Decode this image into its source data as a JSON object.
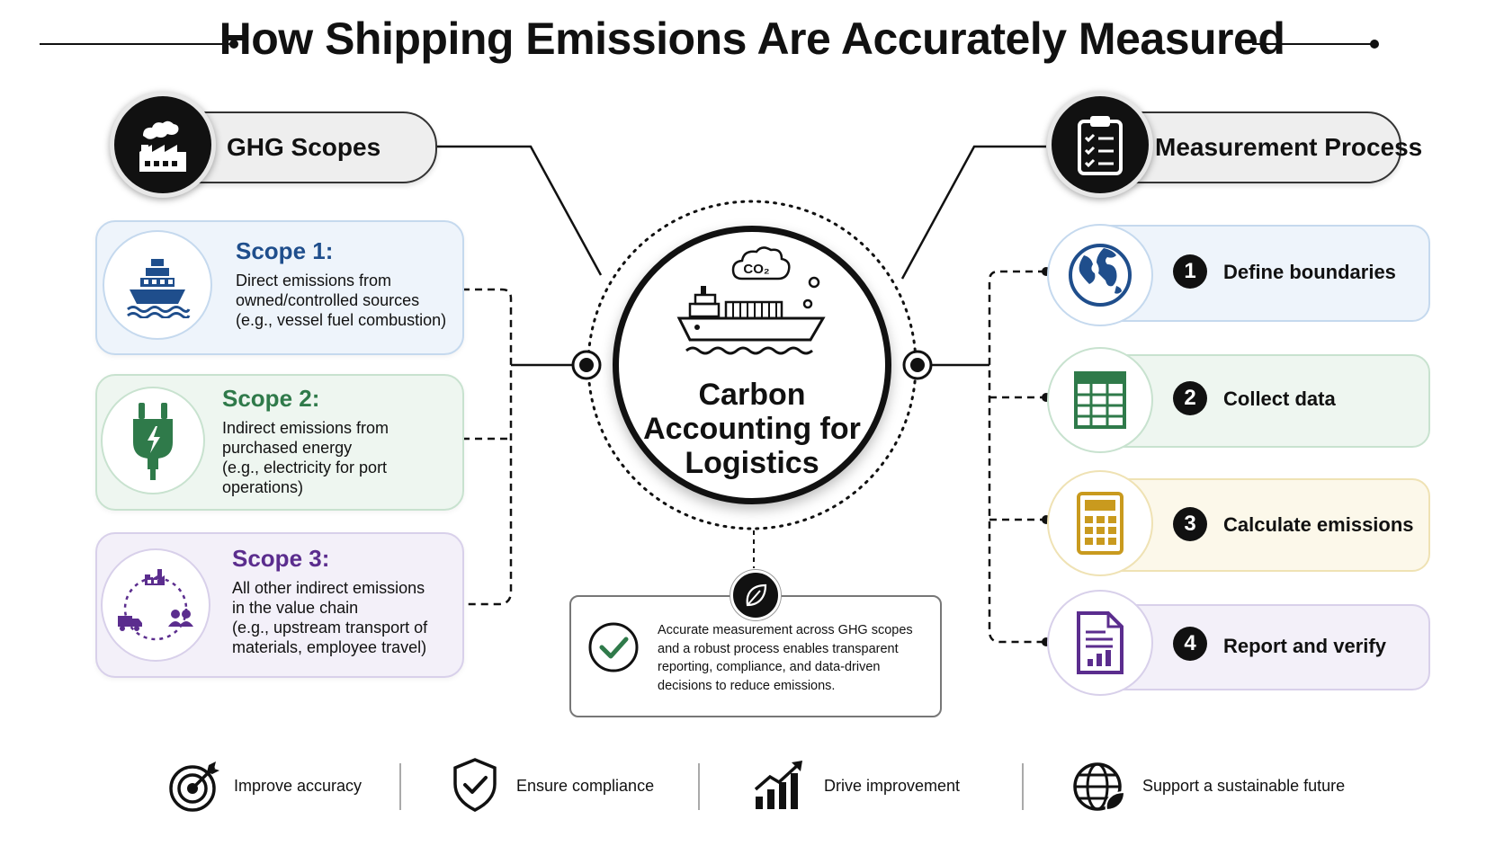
{
  "title": "How Shipping Emissions Are Accurately Measured",
  "colors": {
    "scope1": "#1f4e8c",
    "scope2": "#2f7a4a",
    "scope3": "#5b2d8e",
    "step3_icon": "#c99a1e"
  },
  "left_header": {
    "label": "GHG Scopes",
    "icon": "factory-icon"
  },
  "right_header": {
    "label": "Measurement Process",
    "icon": "clipboard-checklist-icon"
  },
  "scopes": [
    {
      "title": "Scope 1:",
      "lines": [
        "Direct emissions from",
        "owned/controlled sources",
        "(e.g., vessel fuel combustion)"
      ],
      "icon": "ship-icon"
    },
    {
      "title": "Scope 2:",
      "lines": [
        "Indirect emissions from",
        "purchased energy",
        "(e.g., electricity for port",
        "operations)"
      ],
      "icon": "plug-icon"
    },
    {
      "title": "Scope 3:",
      "lines": [
        "All other indirect emissions",
        "in the value chain",
        "(e.g., upstream transport of",
        "materials, employee travel)"
      ],
      "icon": "value-chain-icon"
    }
  ],
  "center": {
    "title_lines": [
      "Carbon",
      "Accounting for",
      "Logistics"
    ],
    "cloud_text": "CO₂",
    "icon": "cargo-ship-icon"
  },
  "steps": [
    {
      "number": "1",
      "label": "Define boundaries",
      "icon": "globe-icon"
    },
    {
      "number": "2",
      "label": "Collect data",
      "icon": "spreadsheet-icon"
    },
    {
      "number": "3",
      "label": "Calculate emissions",
      "icon": "calculator-icon"
    },
    {
      "number": "4",
      "label": "Report and verify",
      "icon": "report-icon"
    }
  ],
  "summary": {
    "lines": [
      "Accurate measurement across GHG scopes",
      "and a robust process enables transparent",
      "reporting, compliance, and data-driven",
      "decisions to reduce emissions."
    ],
    "icons": [
      "leaf-icon",
      "check-circle-icon"
    ]
  },
  "benefits": [
    {
      "label": "Improve accuracy",
      "icon": "target-icon"
    },
    {
      "label": "Ensure compliance",
      "icon": "shield-check-icon"
    },
    {
      "label": "Drive improvement",
      "icon": "growth-chart-icon"
    },
    {
      "label": "Support a sustainable future",
      "icon": "globe-leaf-icon"
    }
  ]
}
